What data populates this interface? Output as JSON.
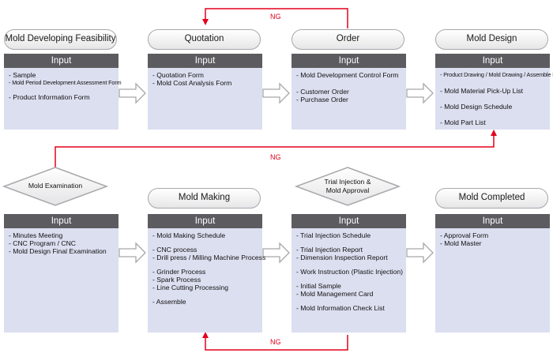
{
  "top_row": [
    {
      "title": "Mold Developing Feasibility",
      "header": "Input",
      "items": [
        "- Sample",
        "- Mold Period Development Assessment Form",
        "- Product Information Form"
      ]
    },
    {
      "title": "Quotation",
      "header": "Input",
      "items": [
        "- Quotation Form",
        "- Mold Cost Analysis Form"
      ]
    },
    {
      "title": "Order",
      "header": "Input",
      "items": [
        "- Mold Development Control Form",
        "- Customer Order",
        "- Purchase Order"
      ]
    },
    {
      "title": "Mold Design",
      "header": "Input",
      "items": [
        "- Product Drawing / Mold Drawing / Assemble Drawing",
        "- Mold Material Pick-Up List",
        "- Mold Design Schedule",
        "- Mold Part List"
      ]
    }
  ],
  "bottom_row": [
    {
      "title": "Mold Examination",
      "header": "Input",
      "items": [
        "- Minutes Meeting",
        "- CNC Program / CNC",
        "- Mold Design Final Examination"
      ]
    },
    {
      "title": "Mold Making",
      "header": "Input",
      "items": [
        "- Mold Making Schedule",
        "- CNC process",
        "- Drill press / Milling Machine Process",
        "- Grinder Process",
        "- Spark Process",
        "- Line Cutting Processing",
        "- Assemble"
      ]
    },
    {
      "title_lines": [
        "Trial Injection &",
        "Mold Approval"
      ],
      "header": "Input",
      "items": [
        "- Trial Injection Schedule",
        "- Trial Injection Report",
        "- Dimension Inspection Report",
        "- Work Instruction (Plastic Injection)",
        "- Initial Sample",
        "- Mold Management Card",
        "- Mold Information Check List"
      ]
    },
    {
      "title": "Mold Completed",
      "header": "Input",
      "items": [
        "- Approval Form",
        "- Mold Master"
      ]
    }
  ],
  "ng_labels": [
    "NG",
    "NG",
    "NG"
  ],
  "colors": {
    "accent": "#e3001b",
    "card_bg": "#dcdff0",
    "header_bg": "#5c5c60"
  }
}
